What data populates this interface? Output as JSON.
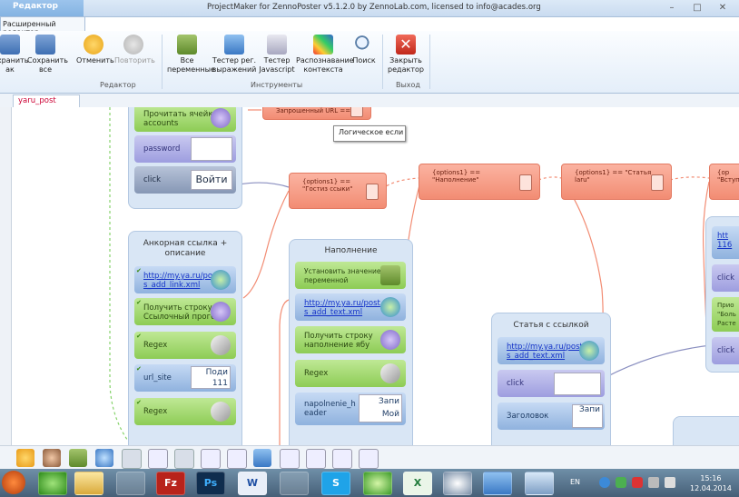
{
  "window": {
    "title": "ProjectMaker for ZennoPoster v5.1.2.0 by ZennoLab.com, licensed to info@acades.org",
    "app_tab": "Редактор",
    "sub_tab": "Расширенный редактор",
    "controls": [
      "–",
      "□",
      "✕"
    ]
  },
  "ribbon": {
    "editor_group": {
      "label": "Редактор",
      "buttons": [
        {
          "label": "охранить\nак",
          "icon": "save-as-icon"
        },
        {
          "label": "Сохранить\nвсе",
          "icon": "save-all-icon"
        },
        {
          "label": "Отменить",
          "icon": "undo-icon"
        },
        {
          "label": "Повторить",
          "icon": "redo-icon",
          "disabled": true
        }
      ]
    },
    "tools_group": {
      "label": "Инструменты",
      "buttons": [
        {
          "label": "Все\nпеременные",
          "icon": "variables-icon"
        },
        {
          "label": "Тестер рег.\nвыражений",
          "icon": "regex-tester-icon"
        },
        {
          "label": "Тестер\nJavascript",
          "icon": "js-tester-icon"
        },
        {
          "label": "Распознавание\nконтекста",
          "icon": "context-recognition-icon"
        },
        {
          "label": "Поиск",
          "icon": "search-icon"
        }
      ]
    },
    "exit_group": {
      "label": "Выход",
      "buttons": [
        {
          "label": "Закрыть\nредактор",
          "icon": "close-editor-icon"
        }
      ]
    }
  },
  "document_tab": "yaru_post",
  "tooltip": "Логическое если",
  "canvas": {
    "top_panel": {
      "blocks": [
        {
          "label": "Прочитать ячейку\naccounts"
        },
        {
          "label": "password"
        },
        {
          "label": "click",
          "field": "Войти"
        }
      ]
    },
    "anchor_panel": {
      "title": "Анкорная ссылка +\nописание",
      "blocks": [
        {
          "label": "http://my.ya.ru/post\ns_add_link.xml"
        },
        {
          "label": "Получить строку\nСсылочный прогон"
        },
        {
          "label": "Regex"
        },
        {
          "label": "url_site",
          "field": "Поди\n111"
        },
        {
          "label": "Regex"
        }
      ]
    },
    "fill_panel": {
      "title": "Наполнение",
      "blocks": [
        {
          "label": "Установить значение 0\nпеременной"
        },
        {
          "label": "http://my.ya.ru/post\ns_add_text.xml"
        },
        {
          "label": "Получить строку\nнаполнение ябу"
        },
        {
          "label": "Regex"
        },
        {
          "label": "napolnenie_h\neader",
          "field": "Запи\nМой"
        }
      ]
    },
    "link_panel": {
      "title": "Статья с ссылкой",
      "blocks": [
        {
          "label": "http://my.ya.ru/post\ns_add_text.xml"
        },
        {
          "label": "click"
        },
        {
          "label": "Заголовок",
          "field": "Запи"
        }
      ]
    },
    "right_panel": {
      "blocks": [
        {
          "label": "htt\n116"
        },
        {
          "label": "click"
        },
        {
          "label": "Прио\n\"Боль\nРасте"
        },
        {
          "label": "click"
        }
      ]
    },
    "condition_nodes": [
      {
        "text": "Запрошенный URL =="
      },
      {
        "text": "{options1} ==\n\"Гостиз ссыки\""
      },
      {
        "text": "{options1} ==\n\"Наполнение\""
      },
      {
        "text": "{options1} == \"Статья\nlaru\""
      },
      {
        "text": "{op\n\"Вступ"
      }
    ]
  },
  "taskbar": {
    "lang": "EN",
    "time": "15:16",
    "date": "12.04.2014",
    "apps": [
      "start-orb-icon",
      "clover-icon",
      "explorer-icon",
      "network-icon",
      "filezilla-icon",
      "photoshop-icon",
      "word-icon",
      "globe-icon",
      "skype-icon",
      "egg-icon",
      "excel-icon",
      "owl-icon",
      "paint-icon",
      "folder-icon"
    ],
    "app_letters": {
      "fz": "Fz",
      "ps": "Ps",
      "w": "W",
      "s": "S",
      "x": "X"
    }
  },
  "colors": {
    "ribbon_tab": "#6fa3d9",
    "block_green": "#8dcc55",
    "block_purple": "#9d9ddf",
    "block_blue": "#8fb2de",
    "node_salmon": "#f28c73",
    "doc_tab_text": "#cc0033"
  }
}
